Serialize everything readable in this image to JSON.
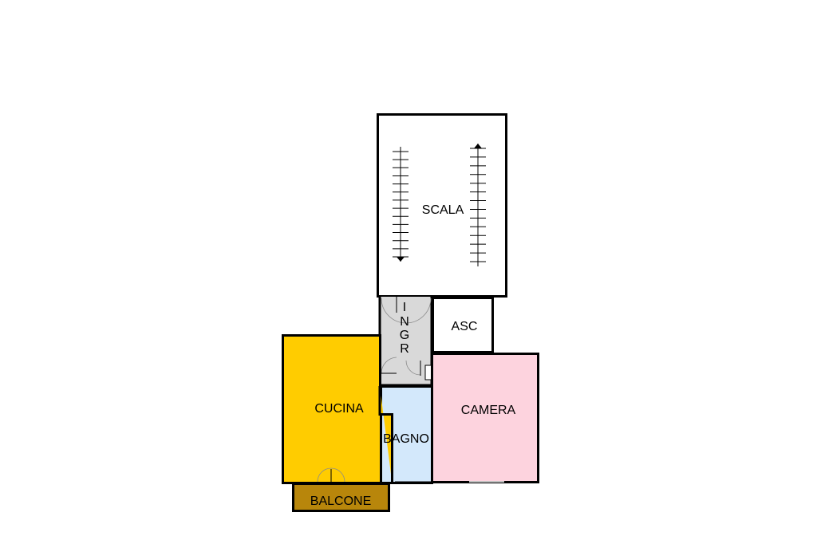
{
  "floorplan": {
    "rooms": {
      "scala": {
        "label": "SCALA",
        "color": "#ffffff"
      },
      "ingresso": {
        "label_letters": [
          "I",
          "N",
          "G",
          "R"
        ],
        "color": "#d9d9d9"
      },
      "asc": {
        "label": "ASC",
        "color": "#ffffff"
      },
      "cucina": {
        "label": "CUCINA",
        "color": "#ffcc00"
      },
      "bagno": {
        "label": "BAGNO",
        "color": "#d3e8fb"
      },
      "camera": {
        "label": "CAMERA",
        "color": "#fdd3de"
      },
      "balcone": {
        "label": "BALCONE",
        "color": "#b8860b"
      }
    },
    "stairs": {
      "down_flight_direction": "down",
      "up_flight_direction": "up",
      "step_count": 14
    }
  }
}
